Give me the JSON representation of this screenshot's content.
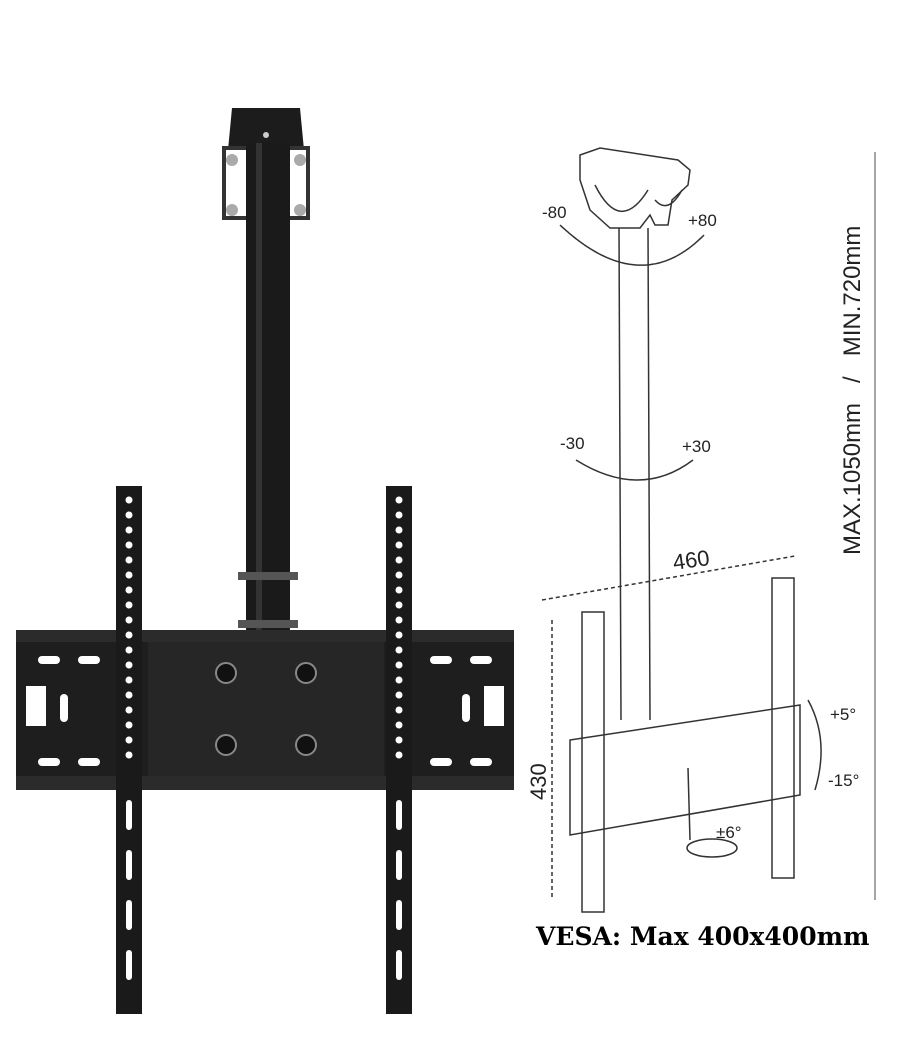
{
  "product_photo": {
    "color": "#1c1c1c"
  },
  "diagram": {
    "swivel_top": {
      "min": "-80",
      "max": "+80"
    },
    "swivel_mid": {
      "min": "-30",
      "max": "+30"
    },
    "height_label": "MAX.1050mm   /   MIN.720mm",
    "width_label": "460",
    "plate_height_label": "430",
    "tilt": {
      "up": "+5°",
      "down": "-15°"
    },
    "rotation": "±6°"
  },
  "vesa_label": "VESA: Max 400x400mm"
}
